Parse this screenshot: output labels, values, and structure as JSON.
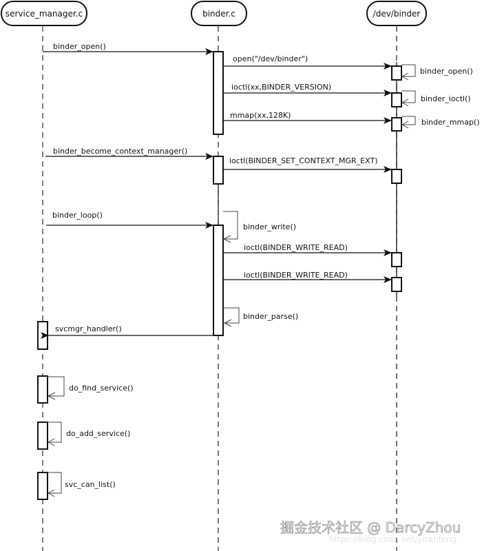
{
  "diagram": {
    "type": "sequence",
    "participants": [
      {
        "id": "sm",
        "label": "service_manager.c"
      },
      {
        "id": "bc",
        "label": "binder.c"
      },
      {
        "id": "dev",
        "label": "/dev/binder"
      }
    ],
    "messages": [
      {
        "from": "sm",
        "to": "bc",
        "label": "binder_open()"
      },
      {
        "from": "bc",
        "to": "dev",
        "label": "open(\"/dev/binder\")"
      },
      {
        "from": "dev",
        "to": "dev",
        "label": "binder_open()"
      },
      {
        "from": "bc",
        "to": "dev",
        "label": "ioctl(xx,BINDER_VERSION)"
      },
      {
        "from": "dev",
        "to": "dev",
        "label": "binder_ioctl()"
      },
      {
        "from": "bc",
        "to": "dev",
        "label": "mmap(xx,128K)"
      },
      {
        "from": "dev",
        "to": "dev",
        "label": "binder_mmap()"
      },
      {
        "from": "sm",
        "to": "bc",
        "label": "binder_become_context_manager()"
      },
      {
        "from": "bc",
        "to": "dev",
        "label": "ioctl(BINDER_SET_CONTEXT_MGR_EXT)"
      },
      {
        "from": "sm",
        "to": "bc",
        "label": "binder_loop()"
      },
      {
        "from": "bc",
        "to": "bc",
        "label": "binder_write()"
      },
      {
        "from": "bc",
        "to": "dev",
        "label": "ioctl(BINDER_WRITE_READ)"
      },
      {
        "from": "bc",
        "to": "dev",
        "label": "ioctl(BINDER_WRITE_READ)"
      },
      {
        "from": "bc",
        "to": "bc",
        "label": "binder_parse()"
      },
      {
        "from": "bc",
        "to": "sm",
        "label": "svcmgr_handler()"
      },
      {
        "from": "sm",
        "to": "sm",
        "label": "do_find_service()"
      },
      {
        "from": "sm",
        "to": "sm",
        "label": "do_add_service()"
      },
      {
        "from": "sm",
        "to": "sm",
        "label": "svc_can_list()"
      }
    ]
  },
  "watermark": {
    "main": "掘金技术社区 @ DarcyZhou",
    "sub": "https://blog.csdn.net/yiranfeng"
  }
}
